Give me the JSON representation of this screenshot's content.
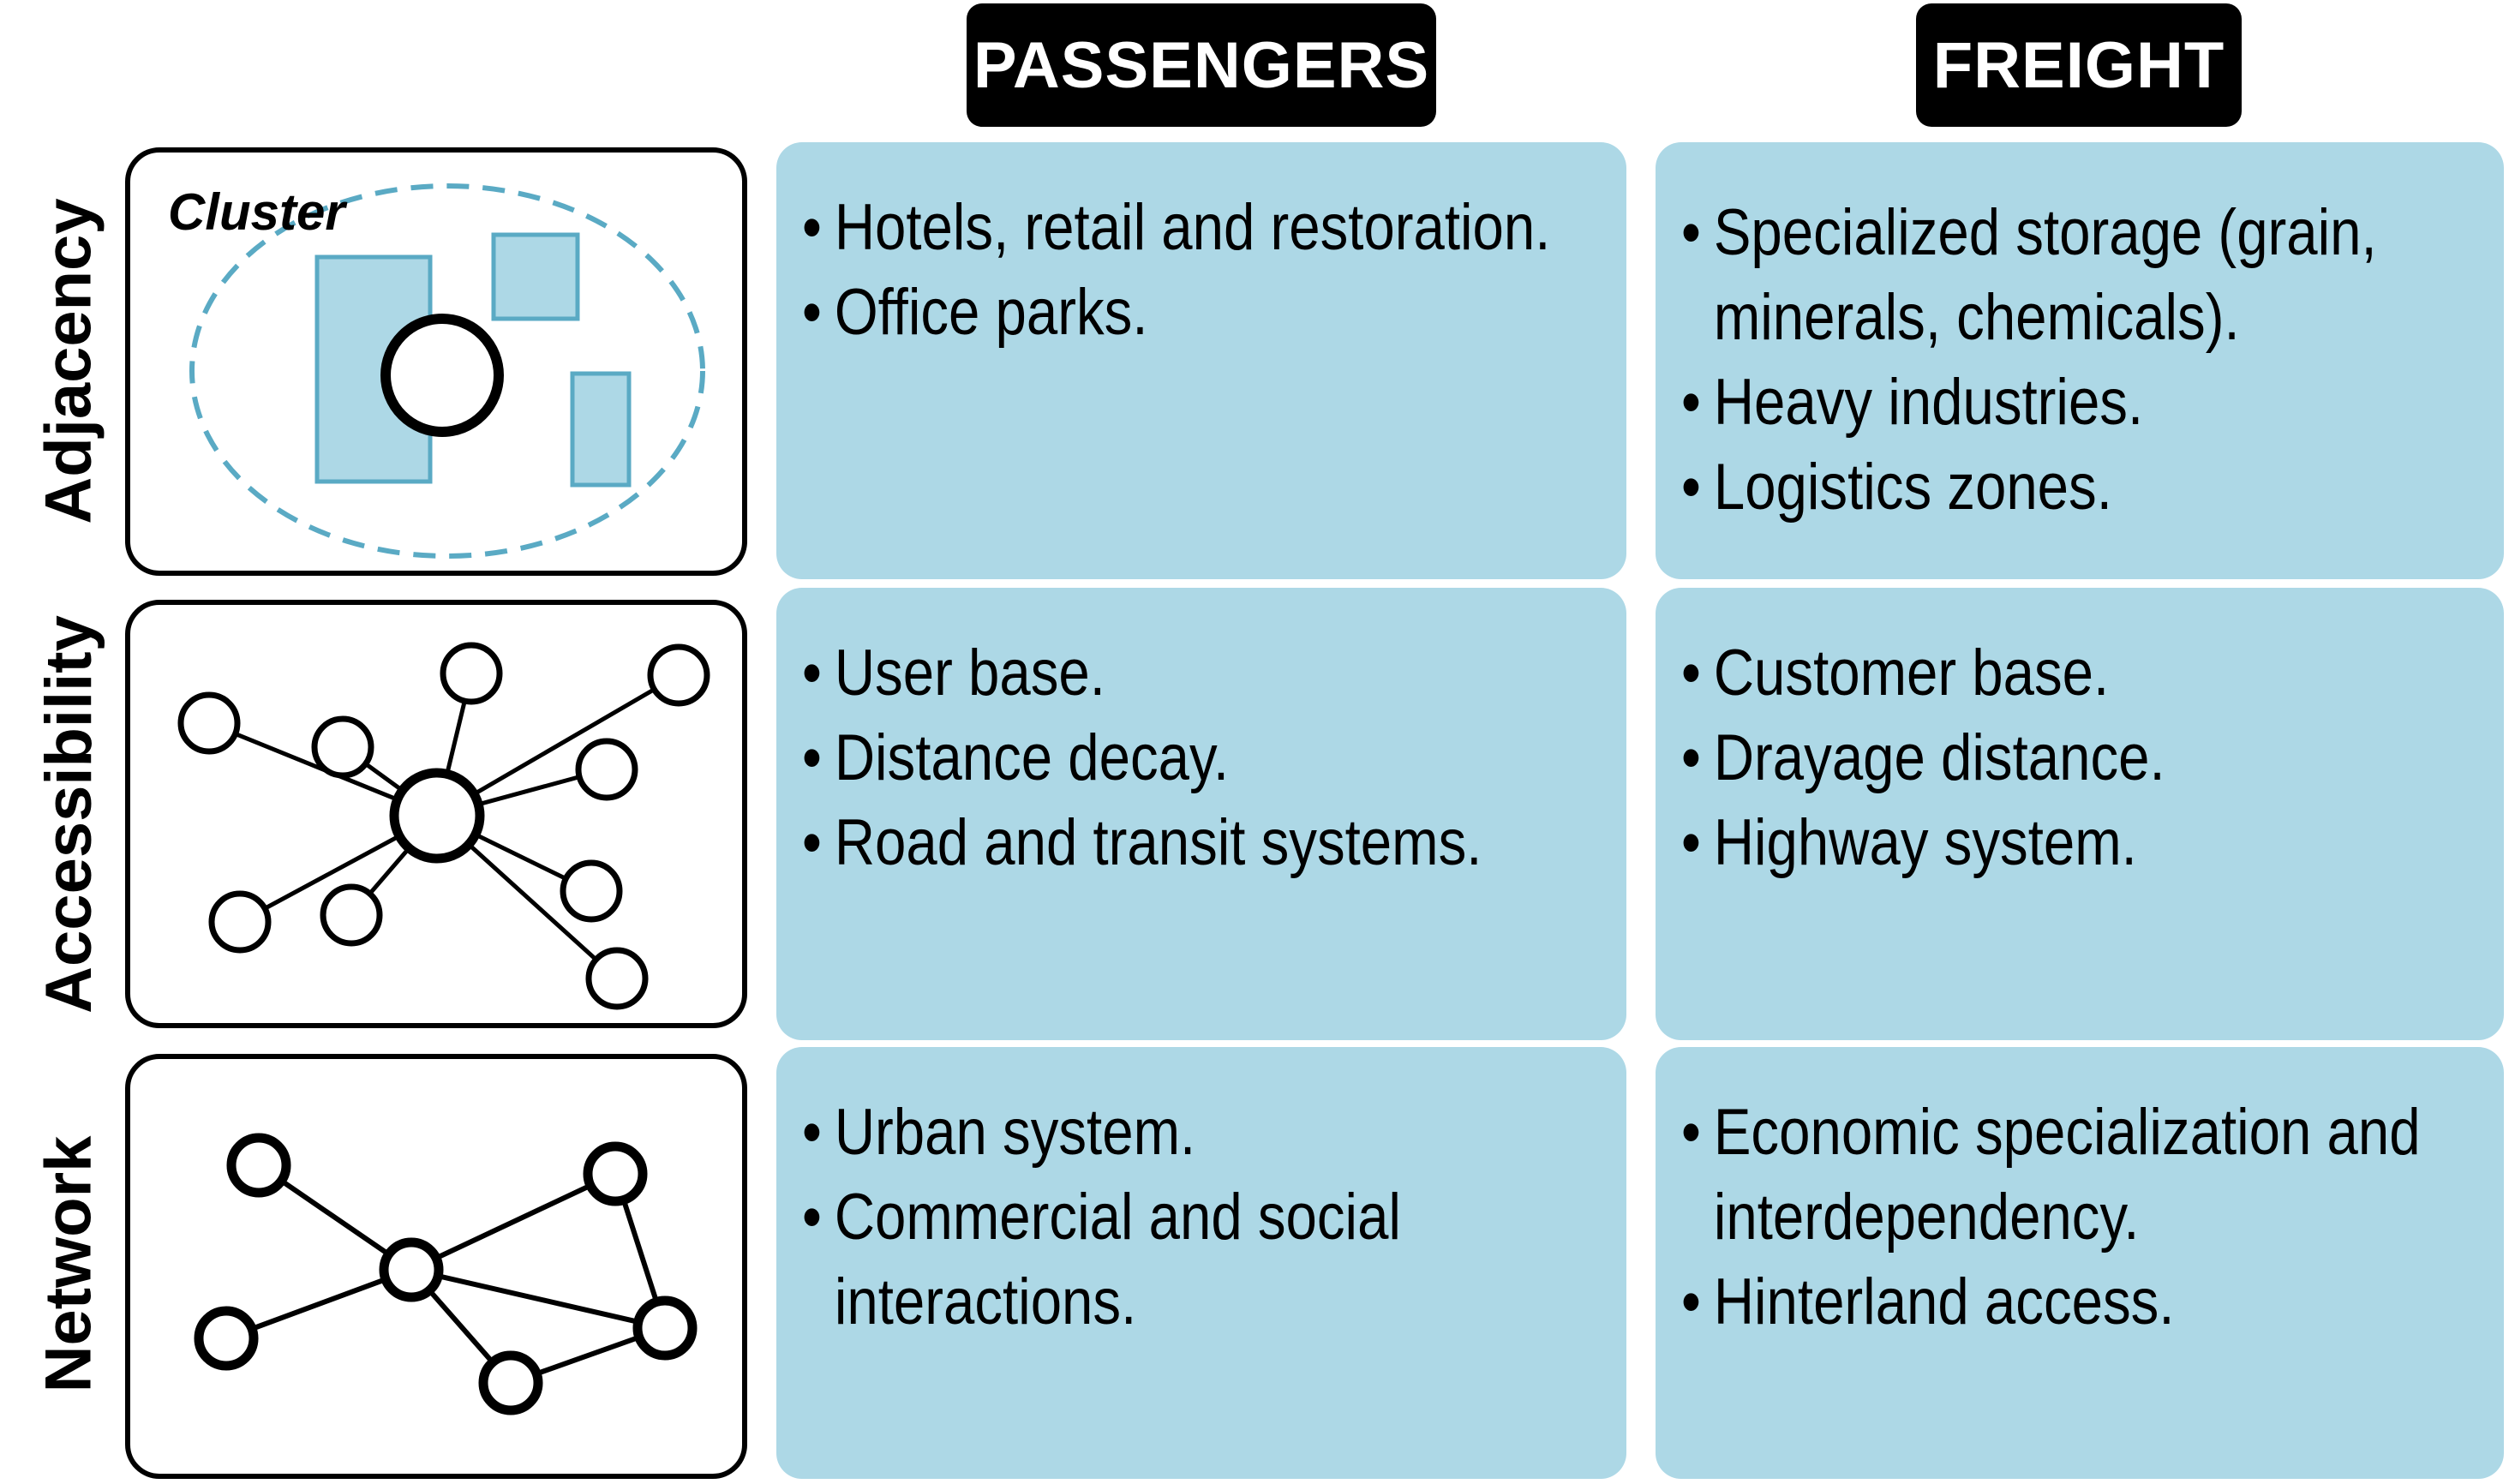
{
  "columns": {
    "passengers": "PASSENGERS",
    "freight": "FREIGHT"
  },
  "rows": [
    {
      "label": "Adjacency",
      "icon_text": "Cluster",
      "passengers": [
        "Hotels, retail and restoration.",
        "Office parks."
      ],
      "freight": [
        "Specialized storage (grain, minerals, chemicals).",
        "Heavy industries.",
        "Logistics zones."
      ]
    },
    {
      "label": "Accessibility",
      "passengers": [
        "User base.",
        "Distance decay.",
        "Road and transit systems."
      ],
      "freight": [
        "Customer base.",
        "Drayage distance.",
        "Highway system."
      ]
    },
    {
      "label": "Network",
      "passengers": [
        "Urban system.",
        "Commercial and social interactions."
      ],
      "freight": [
        "Economic specialization and interdependency.",
        "Hinterland access."
      ]
    }
  ],
  "colors": {
    "cell_fill": "#add8e6",
    "cluster_rect_fill": "#add8e6",
    "cluster_outline": "#5aaac4",
    "header_fill": "#000000"
  }
}
